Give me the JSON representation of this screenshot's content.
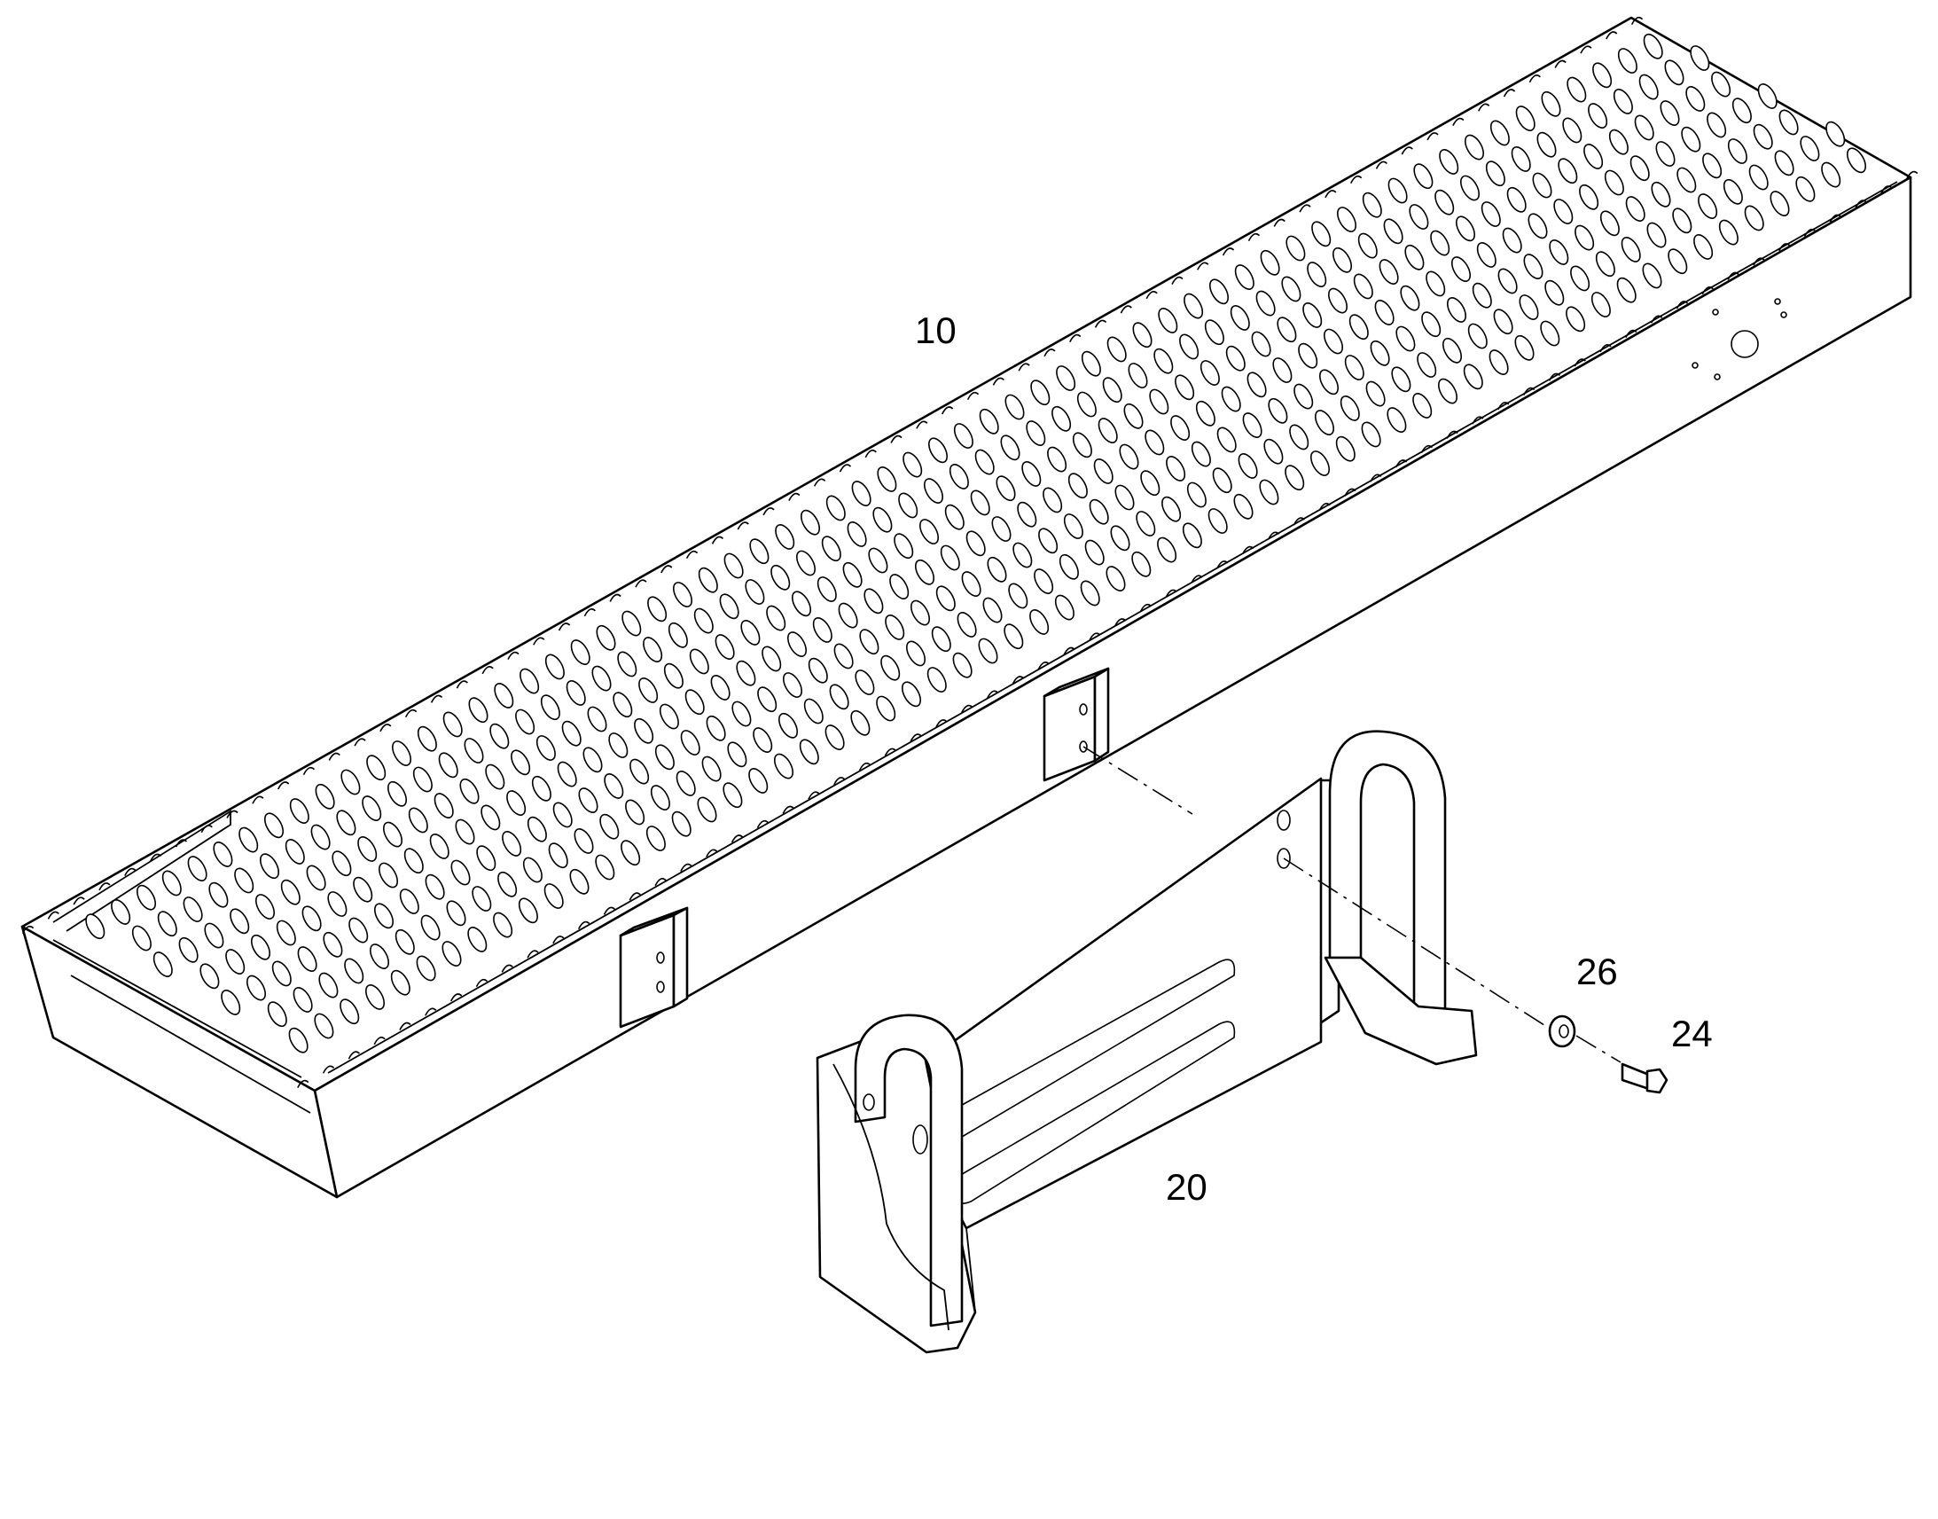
{
  "diagram": {
    "colors": {
      "line": "#000000",
      "background": "#ffffff"
    },
    "callouts": [
      {
        "id": "c10",
        "label": "10"
      },
      {
        "id": "c20",
        "label": "20"
      },
      {
        "id": "c26",
        "label": "26"
      },
      {
        "id": "c24",
        "label": "24"
      }
    ]
  }
}
